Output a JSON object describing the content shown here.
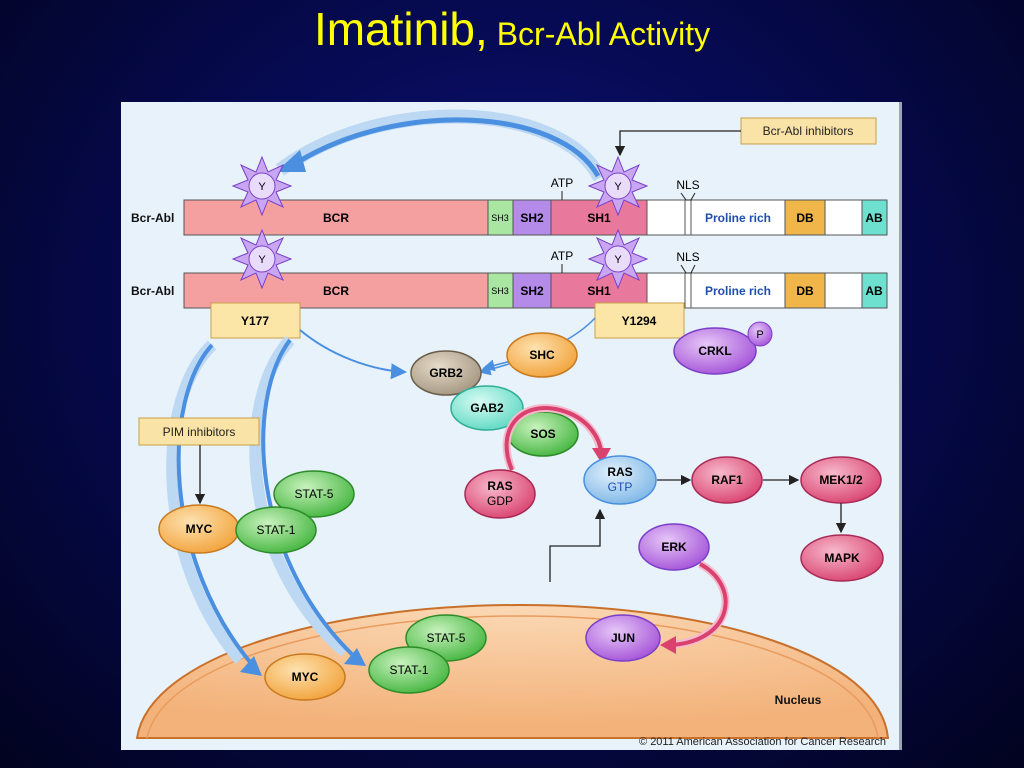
{
  "title": {
    "drug": "Imatinib,",
    "rest": " Bcr-Abl Activity"
  },
  "colors": {
    "bcr": "#f4a0a0",
    "sh3": "#a8e6a2",
    "sh2": "#b48be8",
    "sh1": "#e8799c",
    "db": "#f0b64a",
    "ab": "#6ee0cf",
    "orange_node": "#f4a84a",
    "green_node": "#55c34f",
    "pink_node": "#e05a85",
    "purple_node": "#b56be3",
    "blue_node": "#8ec3ec",
    "nucleus": "#f7c79a"
  },
  "diagram": {
    "inhibitors": {
      "bcr_abl": "Bcr-Abl inhibitors",
      "pim": "PIM inhibitors"
    },
    "rows": [
      {
        "label": "Bcr-Abl",
        "atp": "ATP",
        "nls": "NLS",
        "y1": "Y",
        "y2": "Y",
        "domains": {
          "bcr": "BCR",
          "sh3": "SH3",
          "sh2": "SH2",
          "sh1": "SH1",
          "proline": "Proline rich",
          "db": "DB",
          "ab": "AB"
        }
      },
      {
        "label": "Bcr-Abl",
        "atp": "ATP",
        "nls": "NLS",
        "y1": "Y",
        "y2": "Y",
        "domains": {
          "bcr": "BCR",
          "sh3": "SH3",
          "sh2": "SH2",
          "sh1": "SH1",
          "proline": "Proline rich",
          "db": "DB",
          "ab": "AB"
        }
      }
    ],
    "sites": {
      "y177": "Y177",
      "y1294": "Y1294"
    },
    "nodes": {
      "grb2": "GRB2",
      "shc": "SHC",
      "crkl": "CRKL",
      "p": "P",
      "gab2": "GAB2",
      "sos": "SOS",
      "ras_gdp": [
        "RAS",
        "GDP"
      ],
      "ras_gtp": [
        "RAS",
        "GTP"
      ],
      "raf1": "RAF1",
      "mek": "MEK1/2",
      "mapk": "MAPK",
      "erk": "ERK",
      "jun": "JUN",
      "myc": "MYC",
      "stat5": "STAT-5",
      "stat1": "STAT-1",
      "myc_nuc": "MYC",
      "stat5_nuc": "STAT-5",
      "stat1_nuc": "STAT-1"
    },
    "nucleus_label": "Nucleus",
    "copyright": "© 2011 American Association for Cancer Research"
  }
}
